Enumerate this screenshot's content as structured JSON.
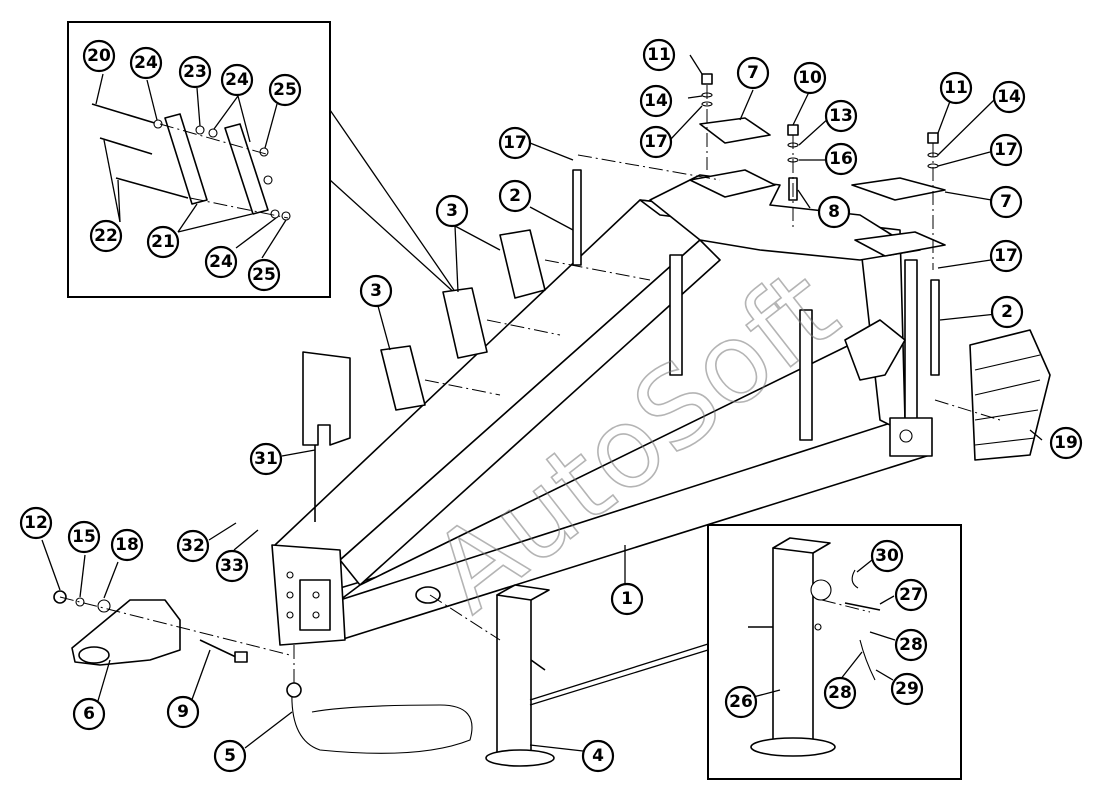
{
  "watermark": "AutoSoft",
  "callouts": {
    "c1": "1",
    "c2a": "2",
    "c2b": "2",
    "c3a": "3",
    "c3b": "3",
    "c4": "4",
    "c5": "5",
    "c6": "6",
    "c7a": "7",
    "c7b": "7",
    "c8": "8",
    "c9": "9",
    "c10": "10",
    "c11a": "11",
    "c11b": "11",
    "c12": "12",
    "c13": "13",
    "c14a": "14",
    "c14b": "14",
    "c15": "15",
    "c16": "16",
    "c17a": "17",
    "c17b": "17",
    "c17c": "17",
    "c17d": "17",
    "c18": "18",
    "c19": "19",
    "c20": "20",
    "c21": "21",
    "c22": "22",
    "c23": "23",
    "c24a": "24",
    "c24b": "24",
    "c24c": "24",
    "c25a": "25",
    "c25b": "25",
    "c26": "26",
    "c27": "27",
    "c28a": "28",
    "c28b": "28",
    "c29": "29",
    "c30": "30",
    "c31": "31",
    "c32": "32",
    "c33": "33"
  }
}
